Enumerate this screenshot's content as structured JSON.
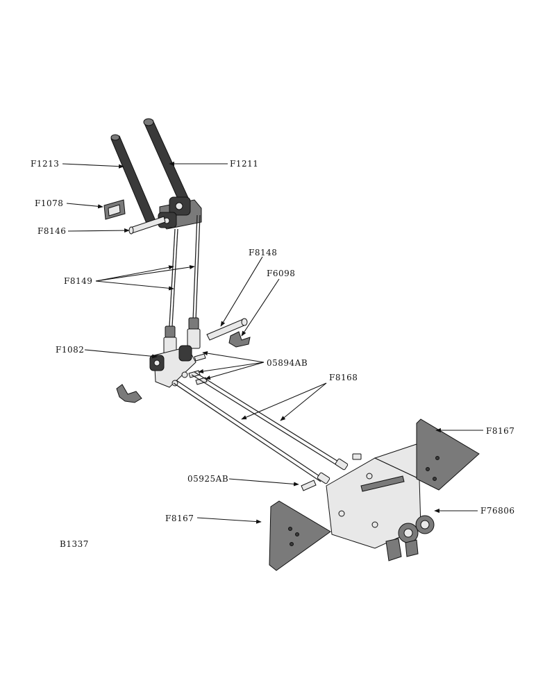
{
  "figure_code": "B1337",
  "callouts": {
    "f1213": "F1213",
    "f1211": "F1211",
    "f1078": "F1078",
    "f8146": "F8146",
    "f8149": "F8149",
    "f8148": "F8148",
    "f6098": "F6098",
    "f1082": "F1082",
    "p05894ab": "05894AB",
    "f8168": "F8168",
    "f8167_right": "F8167",
    "p05925ab": "05925AB",
    "f76806": "F76806",
    "f8167_left": "F8167"
  }
}
